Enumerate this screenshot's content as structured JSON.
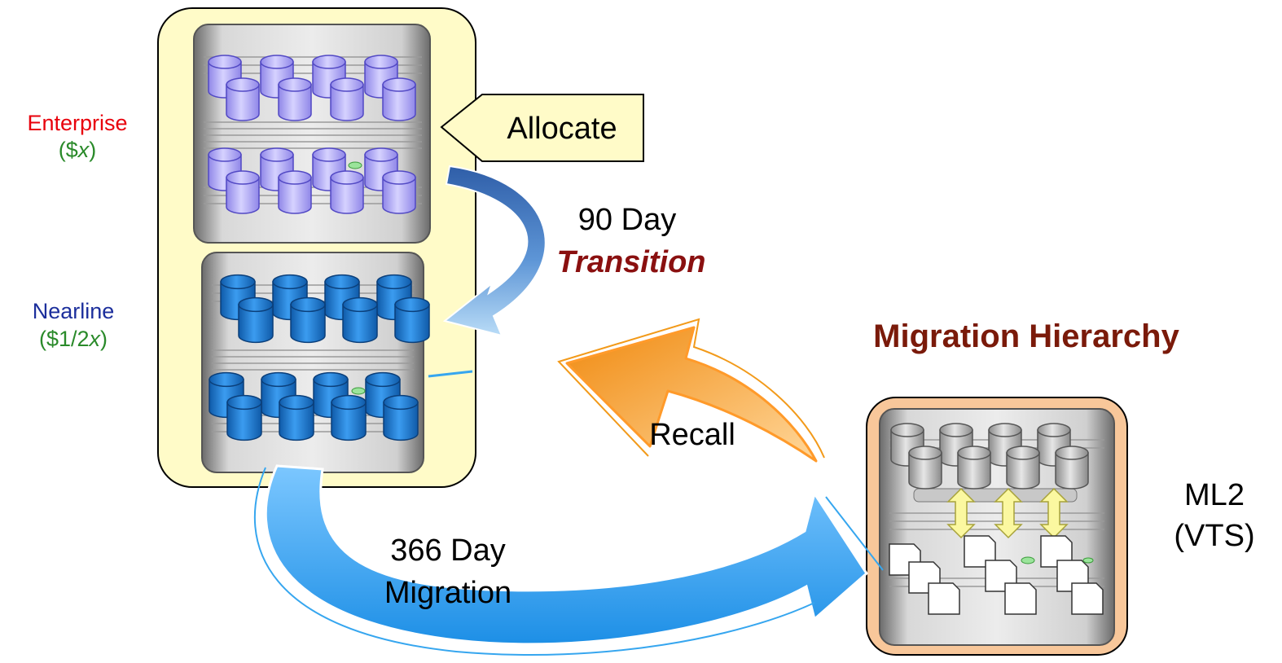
{
  "tiers": {
    "enterprise": {
      "name": "Enterprise",
      "cost_prefix": "($",
      "cost_var": "x",
      "cost_suffix": ")"
    },
    "nearline": {
      "name": "Nearline",
      "cost_prefix": "($1/2",
      "cost_var": "x",
      "cost_suffix": ")"
    },
    "ml2": {
      "name": "ML2",
      "sub": "(VTS)"
    }
  },
  "callout": {
    "label": "Allocate"
  },
  "transition": {
    "days": "90 Day",
    "word": "Transition"
  },
  "migration": {
    "days": "366 Day",
    "word": "Migration"
  },
  "recall": {
    "label": "Recall"
  },
  "title": "Migration Hierarchy",
  "colors": {
    "enterprise_label": "#e8000b",
    "cost_label": "#2a8a2a",
    "nearline_label": "#1c2f9c",
    "title": "#7a1a0a",
    "transition": "#8a1010",
    "storage_panel": "#fffbc8",
    "ml2_panel": "#f8c79a",
    "disk_light": "#b9b3f5",
    "disk_blue": "#1f7fd6",
    "disk_gray": "#c9c9c9",
    "migration_arrow": "#36a6ef",
    "recall_arrow": "#f29a1a",
    "transition_arrow": "#3b6fc0"
  }
}
